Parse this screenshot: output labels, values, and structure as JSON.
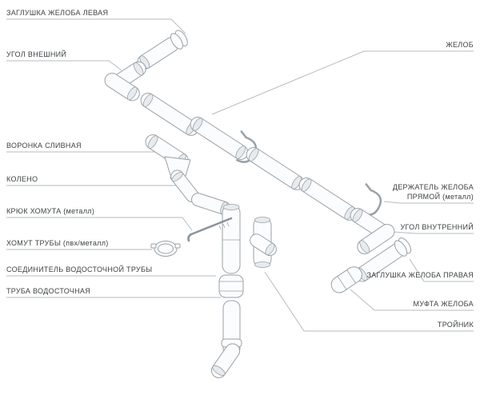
{
  "diagram_type": "exploded parts diagram of a rain gutter and downpipe system",
  "labels": {
    "left": [
      {
        "text": "ЗАГЛУШКА ЖЕЛОБА ЛЕВАЯ"
      },
      {
        "text": "УГОЛ ВНЕШНИЙ"
      },
      {
        "text": "ВОРОНКА СЛИВНАЯ"
      },
      {
        "text": "КОЛЕНО"
      },
      {
        "text": "КРЮК ХОМУТА (металл)"
      },
      {
        "text": "ХОМУТ ТРУБЫ (пвх/металл)"
      },
      {
        "text": "СОЕДИНИТЕЛЬ ВОДОСТОЧНОЙ ТРУБЫ"
      },
      {
        "text": "ТРУБА ВОДОСТОЧНАЯ"
      }
    ],
    "right": [
      {
        "text": "ЖЕЛОБ"
      },
      {
        "text": "ДЕРЖАТЕЛЬ ЖЕЛОБА ПРЯМОЙ (металл)"
      },
      {
        "text": "УГОЛ ВНУТРЕННИЙ"
      },
      {
        "text": "ЗАГЛУШКА ЖЕЛОБА ПРАВАЯ"
      },
      {
        "text": "МУФТА ЖЕЛОБА"
      },
      {
        "text": "ТРОЙНИК"
      }
    ]
  },
  "colors": {
    "background": "#ffffff",
    "line_art": "#98a1a8",
    "leader_line": "#b7bbbf",
    "label_text": "#3d4043"
  }
}
